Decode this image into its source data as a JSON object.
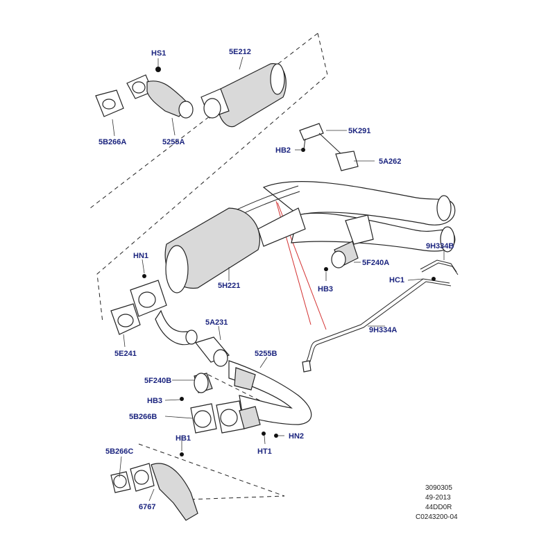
{
  "labels": {
    "hs1": "HS1",
    "p5e212": "5E212",
    "p5b266a": "5B266A",
    "p5255a": "5255A",
    "p5k291": "5K291",
    "hb2": "HB2",
    "p5a262": "5A262",
    "hn1": "HN1",
    "p9h334b": "9H334B",
    "p5f240a": "5F240A",
    "hc1": "HC1",
    "hb3_top": "HB3",
    "p5h221": "5H221",
    "p5a231": "5A231",
    "p9h334a": "9H334A",
    "p5e241": "5E241",
    "p5255b": "5255B",
    "p5f240b": "5F240B",
    "hb3_bottom": "HB3",
    "p5b266b": "5B266B",
    "hb1": "HB1",
    "hn2": "HN2",
    "ht1": "HT1",
    "p5b266c": "5B266C",
    "p6767": "6767"
  },
  "reference": {
    "line1": "3090305",
    "line2": "49-2013",
    "line3": "44DD0R",
    "line4": "C0243200-04"
  }
}
